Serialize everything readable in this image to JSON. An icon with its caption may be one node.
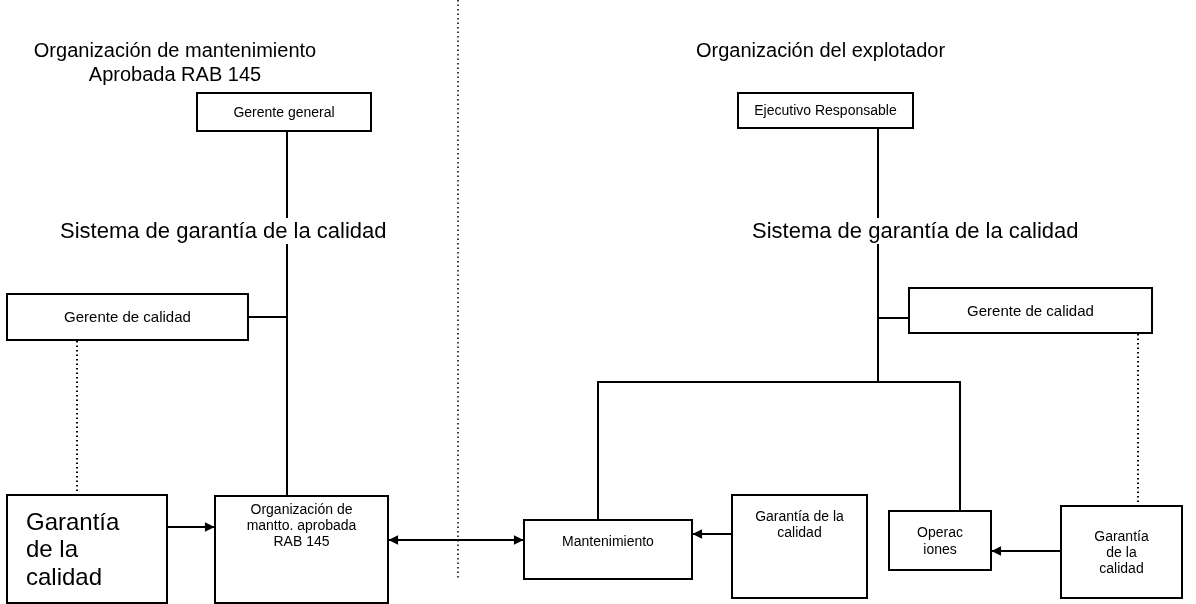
{
  "diagram": {
    "nodes": [
      {
        "text": [
          "Gerente general"
        ]
      },
      {
        "text": [
          "Gerente de calidad"
        ]
      },
      {
        "text": [
          "Garantía de la calidad"
        ]
      },
      {
        "text": [
          "Organización de mantto. aprobada RAB 145"
        ]
      },
      {
        "text": [
          "Ejecutivo Responsable"
        ]
      },
      {
        "text": [
          "Gerente de calidad"
        ]
      },
      {
        "text": [
          "Mantenimiento"
        ]
      },
      {
        "text": [
          "Garantía de la calidad"
        ]
      },
      {
        "text": [
          "Operac iones"
        ]
      },
      {
        "text": [
          "Garantía de la calidad"
        ]
      }
    ],
    "edges": [
      {
        "from": 0,
        "to": 3,
        "arrow": "none"
      },
      {
        "from": 0,
        "to": 1,
        "arrow": "none"
      },
      {
        "from": 1,
        "to": 2,
        "arrow": "none",
        "style": "dashed"
      },
      {
        "from": 2,
        "to": 3,
        "arrow": "to"
      },
      {
        "from": 3,
        "to": 6,
        "arrow": "both"
      },
      {
        "from": 4,
        "to": 5,
        "arrow": "none"
      },
      {
        "from": 4,
        "to": 6,
        "arrow": "none"
      },
      {
        "from": 4,
        "to": 8,
        "arrow": "none"
      },
      {
        "from": 7,
        "to": 6,
        "arrow": "to"
      },
      {
        "from": 9,
        "to": 8,
        "arrow": "to"
      },
      {
        "from": 5,
        "to": 9,
        "arrow": "none",
        "style": "dashed"
      }
    ],
    "labels": [
      "Organización de mantenimiento Aprobada RAB 145",
      "Organización del explotador",
      "Sistema de garantía de la calidad",
      "Sistema de garantía de la calidad"
    ]
  }
}
